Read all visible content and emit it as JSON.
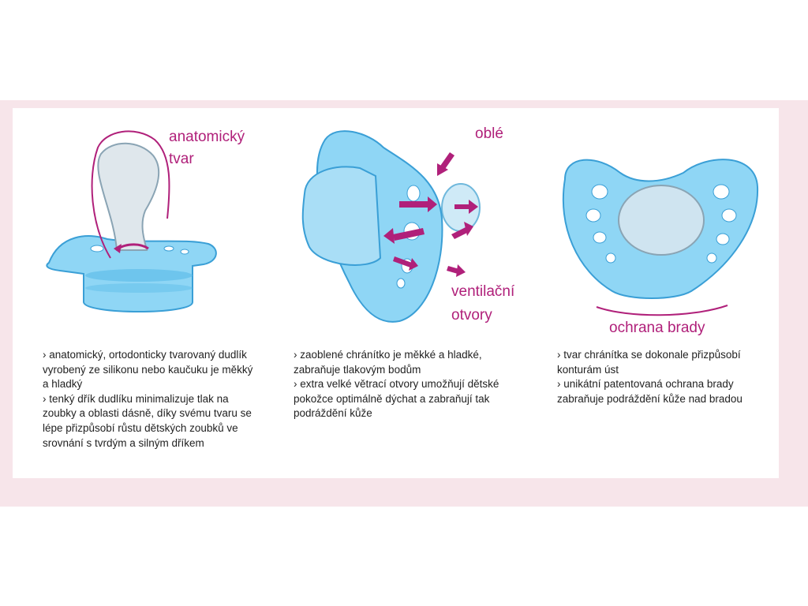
{
  "colors": {
    "accent": "#b0207a",
    "band": "#f7e5ea",
    "pacifier_blue": "#7fd0f2",
    "pacifier_dark": "#3a9fd6",
    "text": "#222222"
  },
  "sections": [
    {
      "illustration": "nipple-shape-pacifier",
      "labels": [
        "anatomický",
        "tvar"
      ],
      "bullets": [
        "› anatomický, ortodonticky tvarovaný dudlík vyrobený ze silikonu nebo kaučuku je měkký a hladký",
        "› tenký dřík dudlíku minimalizuje tlak na zoubky a oblasti dásně, díky svému tvaru se lépe přizpůsobí růstu dětských zoubků ve srovnání s tvrdým a silným dříkem"
      ]
    },
    {
      "illustration": "ventilated-pacifier",
      "labels": [
        "oblé",
        "ventilační",
        "otvory"
      ],
      "bullets": [
        "› zaoblené chránítko je měkké a hladké, zabraňuje tlakovým bodům",
        "› extra velké větrací otvory umožňují dětské pokožce optimálně dýchat a zabraňují tak podráždění kůže"
      ]
    },
    {
      "illustration": "chin-protection-pacifier",
      "labels": [
        "ochrana brady"
      ],
      "bullets": [
        "› tvar chránítka se dokonale přizpůsobí konturám úst",
        "› unikátní patentovaná ochrana brady zabraňuje podráždění kůže nad bradou"
      ]
    }
  ]
}
